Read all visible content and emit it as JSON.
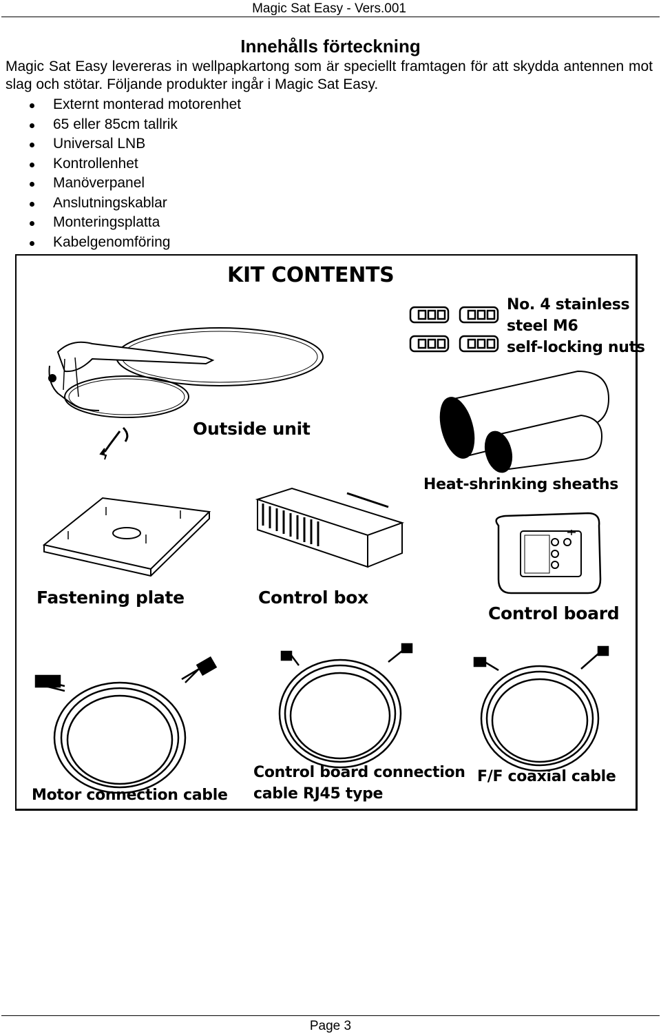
{
  "header": {
    "text": "Magic Sat Easy - Vers.001"
  },
  "title": "Innehålls förteckning",
  "intro": "Magic Sat Easy levereras in wellpapkartong som är speciellt framtagen för att skydda antennen mot slag och stötar. Följande produkter ingår i Magic Sat Easy.",
  "products": [
    "Externt monterad motorenhet",
    "65 eller 85cm tallrik",
    "Universal LNB",
    "Kontrollenhet",
    "Manöverpanel",
    "Anslutningskablar",
    "Monteringsplatta",
    "Kabelgenomföring"
  ],
  "figure": {
    "title": "KIT CONTENTS",
    "nuts_label_1": "No. 4 stainless",
    "nuts_label_2": "steel M6",
    "nuts_label_3": "self-locking nuts",
    "outside_unit": "Outside unit",
    "sheaths": "Heat-shrinking sheaths",
    "fastening_plate": "Fastening plate",
    "control_box": "Control box",
    "control_board": "Control board",
    "motor_cable": "Motor connection cable",
    "board_cable_1": "Control board connection",
    "board_cable_2": "cable RJ45 type",
    "coax_cable": "F/F coaxial cable"
  },
  "footer": {
    "page": "Page 3"
  }
}
